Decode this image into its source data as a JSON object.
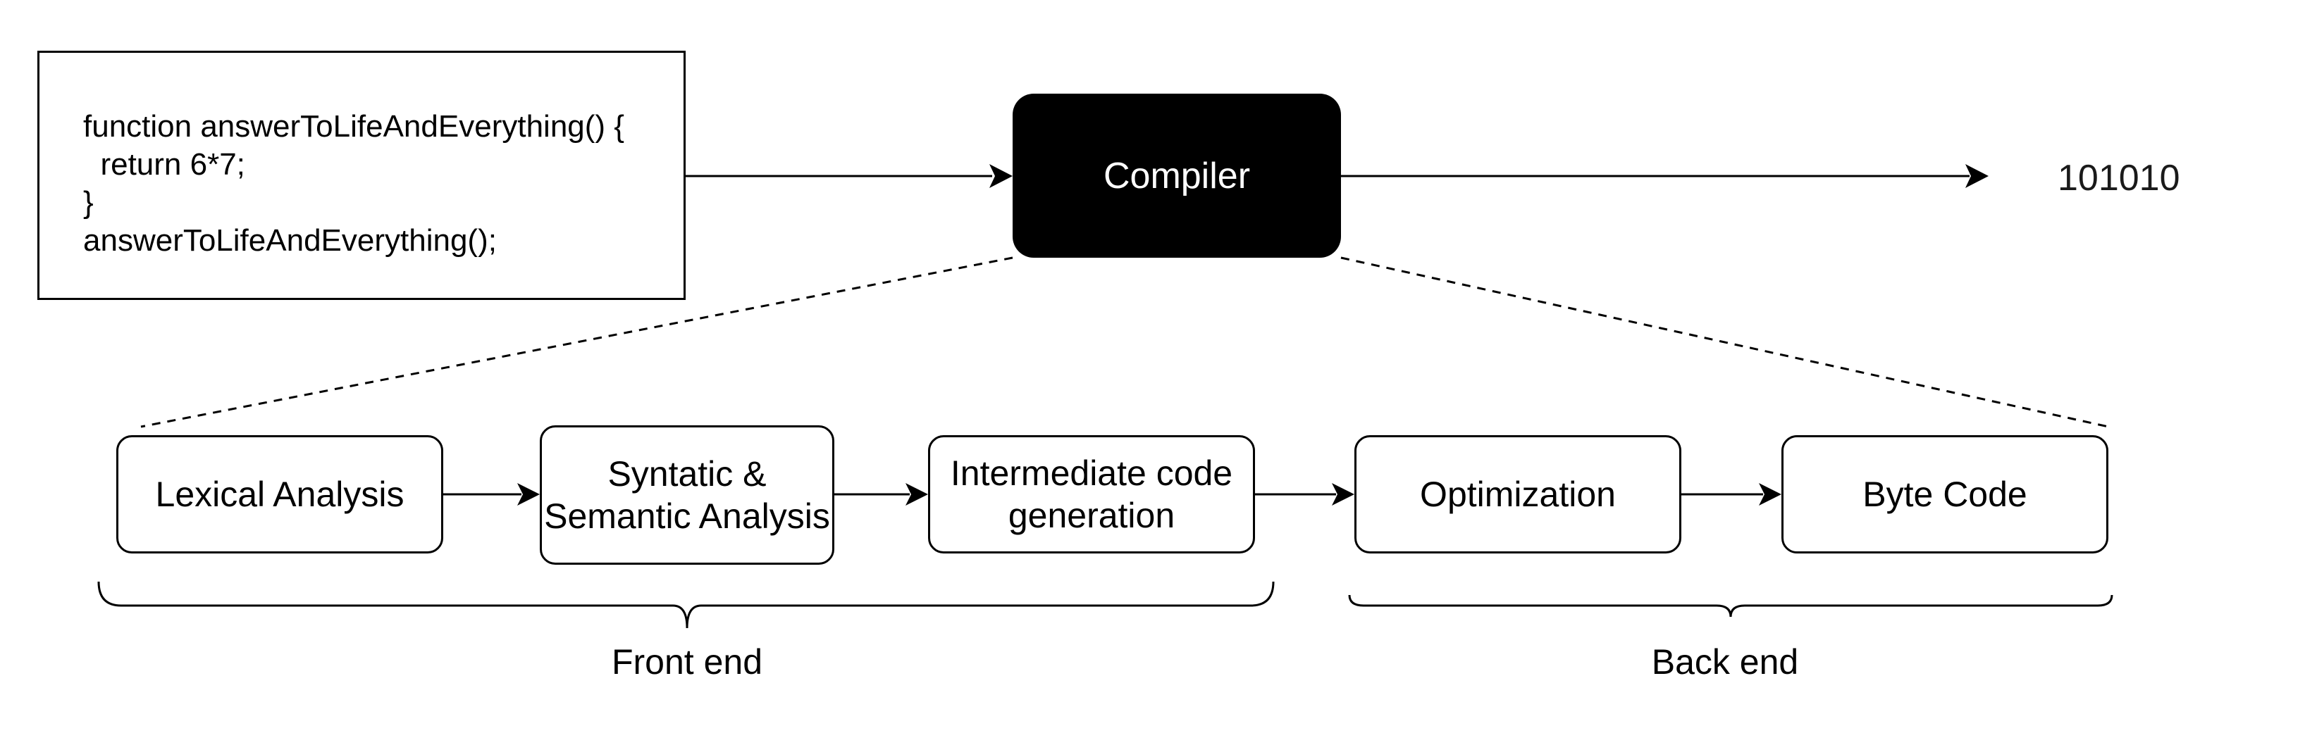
{
  "source_code": {
    "lines": [
      "function answerToLifeAndEverything() {",
      "  return 6*7;",
      "}",
      "answerToLifeAndEverything();"
    ]
  },
  "compiler": {
    "label": "Compiler"
  },
  "output": {
    "value": "101010"
  },
  "stages": [
    {
      "label": "Lexical Analysis"
    },
    {
      "label": "Syntatic & Semantic Analysis"
    },
    {
      "label": "Intermediate code generation"
    },
    {
      "label": "Optimization"
    },
    {
      "label": "Byte Code"
    }
  ],
  "groups": {
    "front": "Front end",
    "back": "Back end"
  },
  "colors": {
    "compiler_fill": "#000000",
    "compiler_text": "#ffffff",
    "stroke": "#000000"
  }
}
